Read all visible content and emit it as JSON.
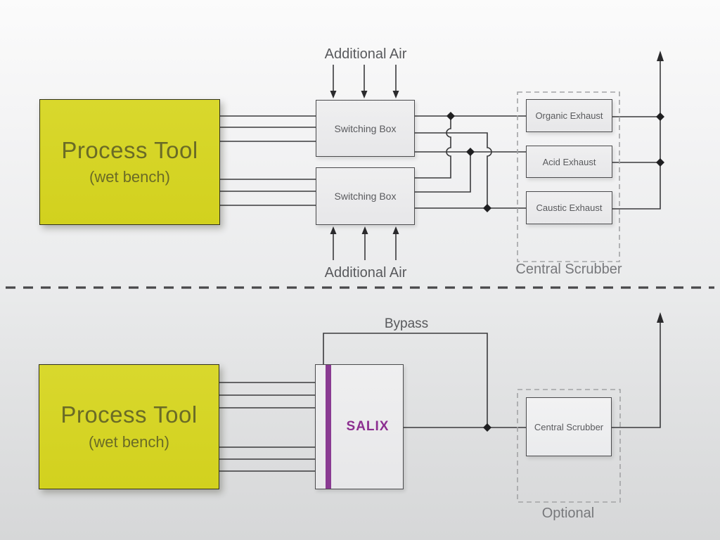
{
  "colors": {
    "process_tool_fill": "#d5d428",
    "process_tool_text": "#6a6b26",
    "salix_accent": "#8a3b92",
    "line": "#3a3a3c",
    "box_fill": "#ebebed",
    "label_text": "#5b5c5f",
    "muted_label_text": "#77787b"
  },
  "top": {
    "additional_air_top": "Additional Air",
    "additional_air_bottom": "Additional Air",
    "process_tool": {
      "title": "Process Tool",
      "subtitle": "(wet bench)"
    },
    "switching_boxes": [
      "Switching Box",
      "Switching Box"
    ],
    "exhausts": [
      "Organic Exhaust",
      "Acid Exhaust",
      "Caustic Exhaust"
    ],
    "central_scrubber_label": "Central Scrubber"
  },
  "bottom": {
    "process_tool": {
      "title": "Process Tool",
      "subtitle": "(wet bench)"
    },
    "salix_label": "SALIX",
    "bypass_label": "Bypass",
    "central_scrubber_box": "Central Scrubber",
    "optional_label": "Optional"
  }
}
